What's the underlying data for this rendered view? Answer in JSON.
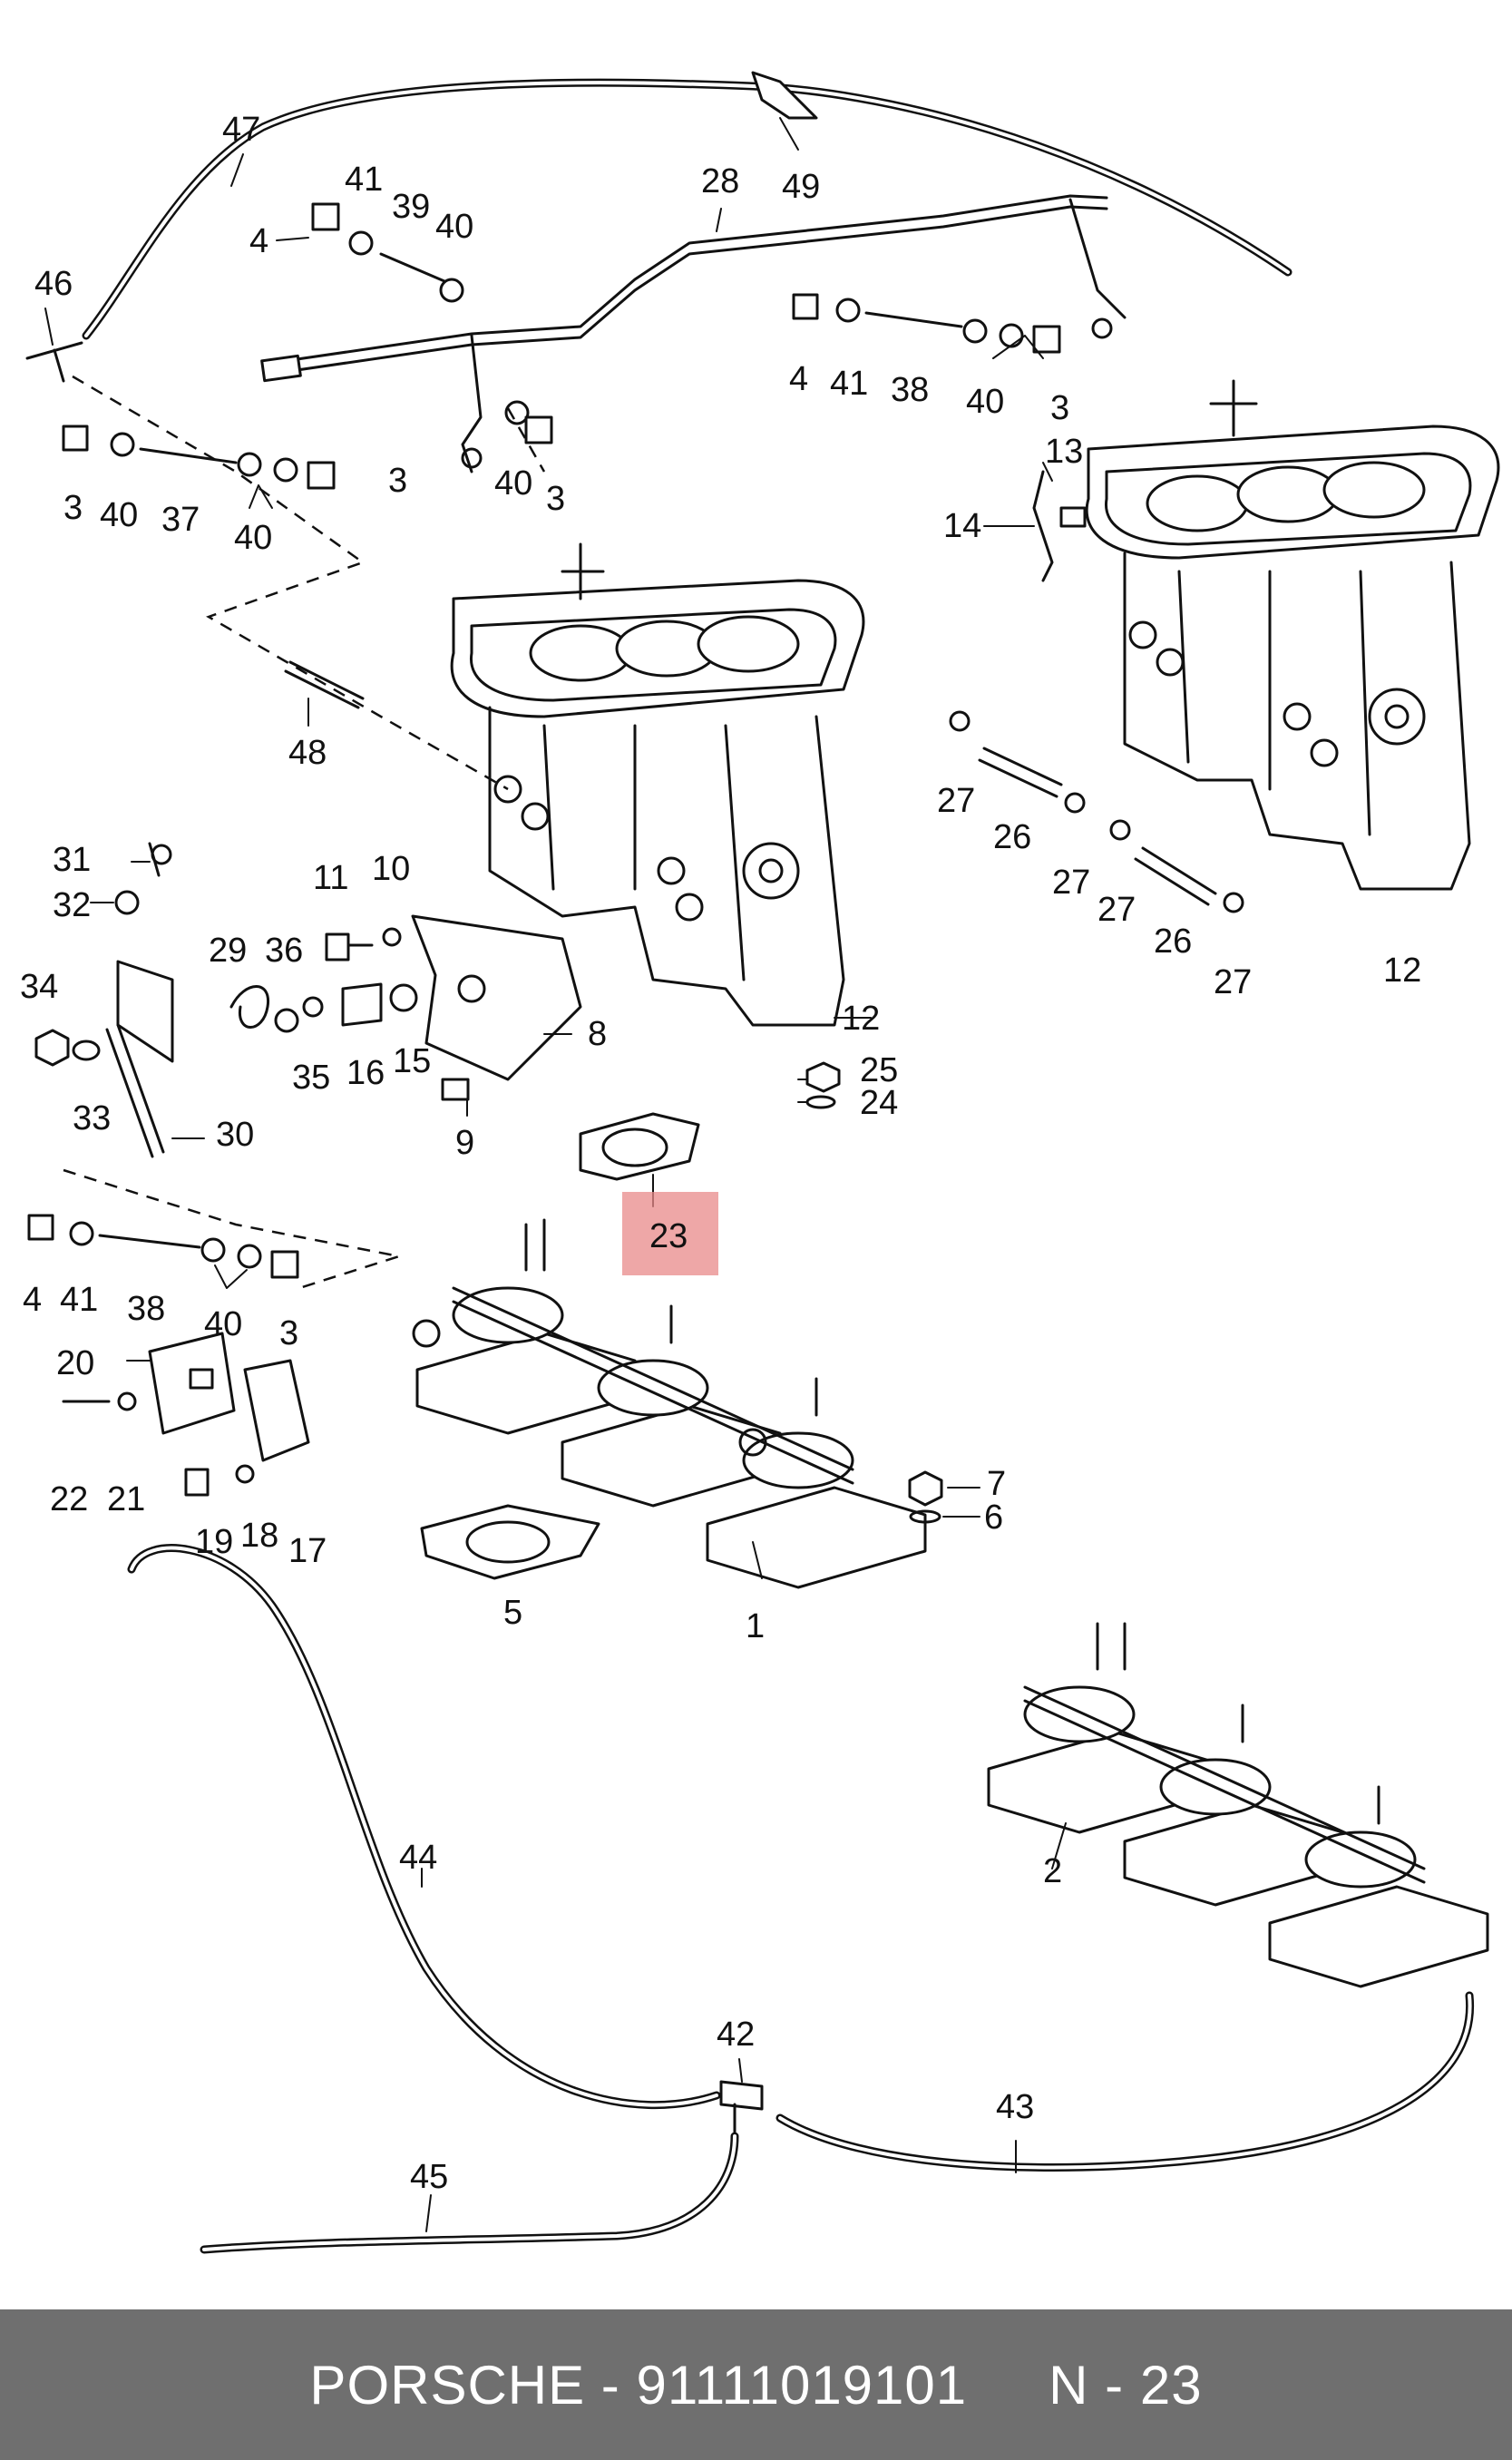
{
  "highlight": {
    "label": "23",
    "color": "#e88a8a"
  },
  "callouts": [
    "47",
    "49",
    "28",
    "41",
    "39",
    "40",
    "4",
    "46",
    "4",
    "41",
    "38",
    "40",
    "3",
    "3",
    "40",
    "3",
    "3",
    "40",
    "37",
    "40",
    "13",
    "14",
    "48",
    "27",
    "26",
    "27",
    "27",
    "26",
    "27",
    "12",
    "31",
    "32",
    "11",
    "10",
    "29",
    "36",
    "34",
    "8",
    "35",
    "16",
    "15",
    "12",
    "25",
    "24",
    "33",
    "30",
    "9",
    "23",
    "4",
    "41",
    "38",
    "40",
    "3",
    "20",
    "7",
    "6",
    "22",
    "21",
    "19",
    "18",
    "17",
    "5",
    "1",
    "2",
    "44",
    "42",
    "43",
    "45"
  ],
  "footer": {
    "brand": "PORSCHE - 91111019101",
    "page": "N - 23",
    "background": "#6f6f6f"
  }
}
